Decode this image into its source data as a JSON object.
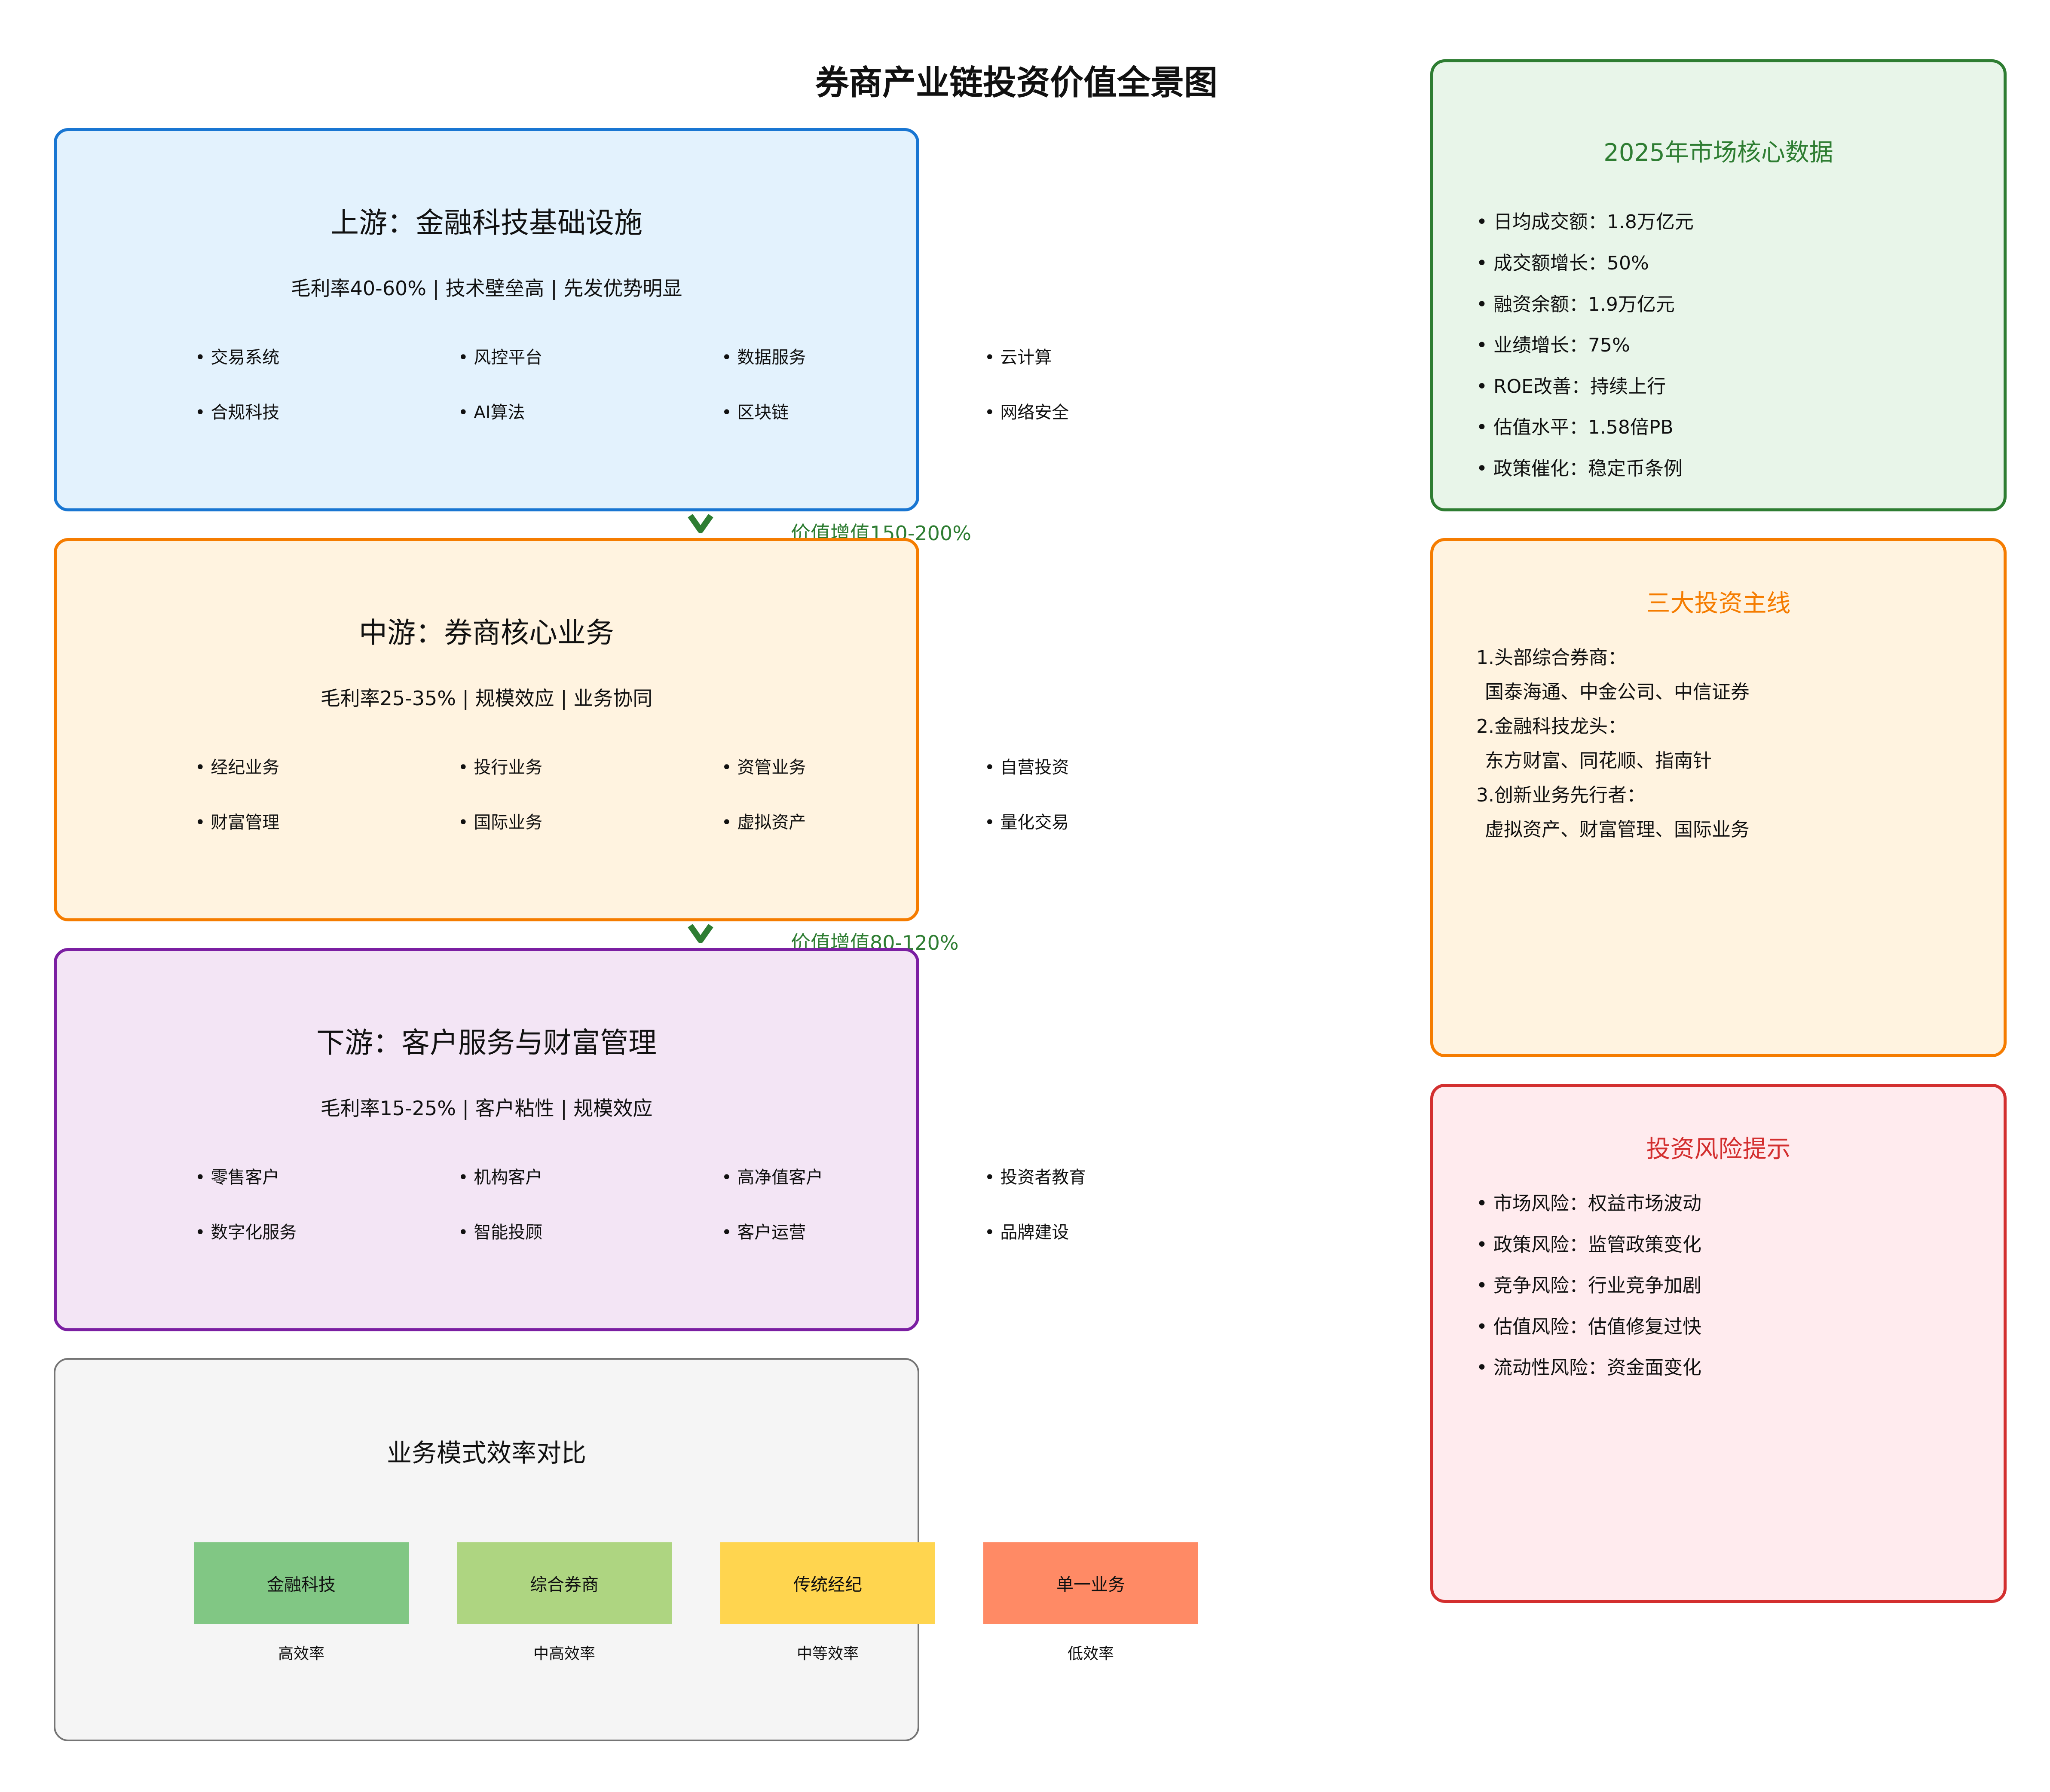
{
  "title": "券商产业链投资价值全景图",
  "upstream": {
    "title": "上游：金融科技基础设施",
    "subtitle": "毛利率40-60% | 技术壁垒高 | 先发优势明显",
    "items": [
      "交易系统",
      "风控平台",
      "数据服务",
      "云计算",
      "合规科技",
      "AI算法",
      "区块链",
      "网络安全"
    ],
    "color": "#1976d2",
    "bg": "#e3f2fd"
  },
  "arrow1": {
    "label": "价值增值150-200%"
  },
  "midstream": {
    "title": "中游：券商核心业务",
    "subtitle": "毛利率25-35% | 规模效应 | 业务协同",
    "items": [
      "经纪业务",
      "投行业务",
      "资管业务",
      "自营投资",
      "财富管理",
      "国际业务",
      "虚拟资产",
      "量化交易"
    ],
    "color": "#f57c00",
    "bg": "#fff3e0"
  },
  "arrow2": {
    "label": "价值增值80-120%"
  },
  "downstream": {
    "title": "下游：客户服务与财富管理",
    "subtitle": "毛利率15-25% | 客户粘性 | 规模效应",
    "items": [
      "零售客户",
      "机构客户",
      "高净值客户",
      "投资者教育",
      "数字化服务",
      "智能投顾",
      "客户运营",
      "品牌建设"
    ],
    "color": "#7b1fa2",
    "bg": "#f3e5f5"
  },
  "efficiency": {
    "title": "业务模式效率对比",
    "blocks": [
      {
        "name": "金融科技",
        "level": "高效率",
        "color": "#81c784"
      },
      {
        "name": "综合券商",
        "level": "中高效率",
        "color": "#aed581"
      },
      {
        "name": "传统经纪",
        "level": "中等效率",
        "color": "#ffd54f"
      },
      {
        "name": "单一业务",
        "level": "低效率",
        "color": "#ff8a65"
      }
    ]
  },
  "market": {
    "title": "2025年市场核心数据",
    "items": [
      "日均成交额：1.8万亿元",
      "成交额增长：50%",
      "融资余额：1.9万亿元",
      "业绩增长：75%",
      "ROE改善：持续上行",
      "估值水平：1.58倍PB",
      "政策催化：稳定币条例"
    ],
    "color": "#2e7d32",
    "bg": "#e8f5e9"
  },
  "themes": {
    "title": "三大投资主线",
    "lines": [
      "1.头部综合券商：",
      "国泰海通、中金公司、中信证券",
      "2.金融科技龙头：",
      "东方财富、同花顺、指南针",
      "3.创新业务先行者：",
      "虚拟资产、财富管理、国际业务"
    ],
    "color": "#f57c00",
    "bg": "#fff3e0"
  },
  "risks": {
    "title": "投资风险提示",
    "items": [
      "市场风险：权益市场波动",
      "政策风险：监管政策变化",
      "竞争风险：行业竞争加剧",
      "估值风险：估值修复过快",
      "流动性风险：资金面变化"
    ],
    "color": "#d32f2f",
    "bg": "#ffebee"
  }
}
